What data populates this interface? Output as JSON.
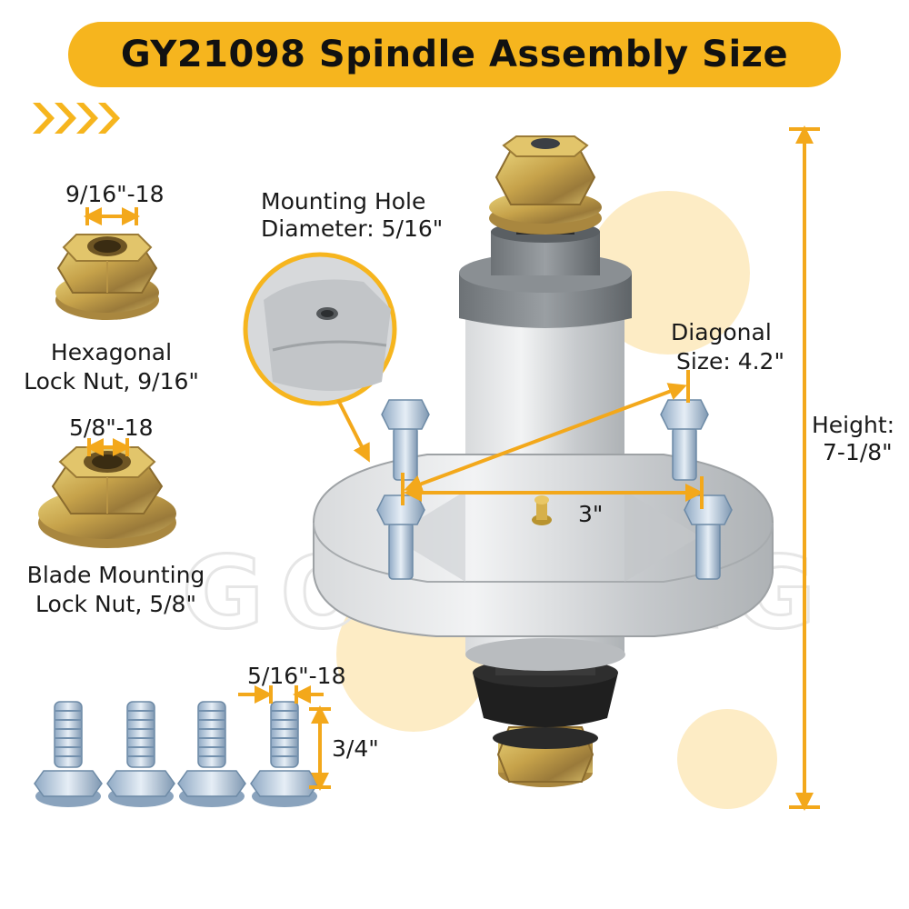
{
  "banner": {
    "title": "GY21098 Spindle Assembly Size"
  },
  "colors": {
    "accent": "#f6b51e",
    "arrow": "#f3a81b",
    "circle": "#fde7b6"
  },
  "labels": {
    "hex_nut_thread": "9/16\"-18",
    "hex_nut_name_line1": "Hexagonal",
    "hex_nut_name_line2": "Lock Nut, 9/16\"",
    "blade_nut_thread": "5/8\"-18",
    "blade_nut_name_line1": "Blade Mounting",
    "blade_nut_name_line2": "Lock Nut, 5/8\"",
    "bolt_thread": "5/16\"-18",
    "bolt_length": "3/4\"",
    "mounting_hole_line1": "Mounting Hole",
    "mounting_hole_line2": "Diameter: 5/16\"",
    "diagonal_line1": "Diagonal",
    "diagonal_line2": "Size: 4.2\"",
    "span": "3\"",
    "height_line1": "Height:",
    "height_line2": "7-1/8\""
  },
  "watermark": "GOSCLAG",
  "icons": [
    "chevron-arrows-icon",
    "spindle-image",
    "hex-nut-image",
    "blade-nut-image",
    "bolt-image"
  ]
}
